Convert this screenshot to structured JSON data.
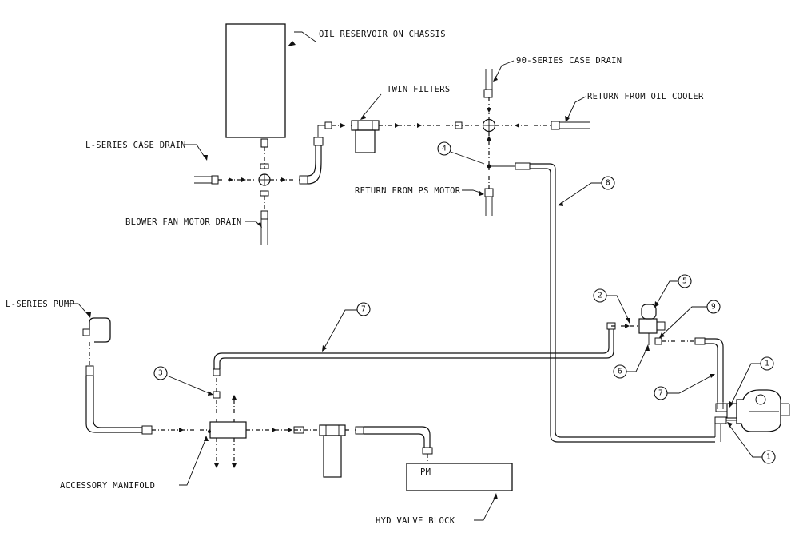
{
  "labels": {
    "oil_reservoir": "OIL RESERVOIR ON CHASSIS",
    "twin_filters": "TWIN FILTERS",
    "case_drain_90": "90-SERIES CASE DRAIN",
    "return_oil_cooler": "RETURN FROM OIL COOLER",
    "l_series_case_drain": "L-SERIES CASE DRAIN",
    "return_ps_motor": "RETURN FROM PS MOTOR",
    "blower_fan_drain": "BLOWER FAN MOTOR DRAIN",
    "l_series_pump": "L-SERIES PUMP",
    "accessory_manifold": "ACCESSORY MANIFOLD",
    "hyd_valve_block": "HYD VALVE BLOCK",
    "pm": "PM"
  },
  "callouts": [
    "4",
    "8",
    "5",
    "2",
    "9",
    "7",
    "3",
    "6",
    "1",
    "7",
    "1"
  ]
}
